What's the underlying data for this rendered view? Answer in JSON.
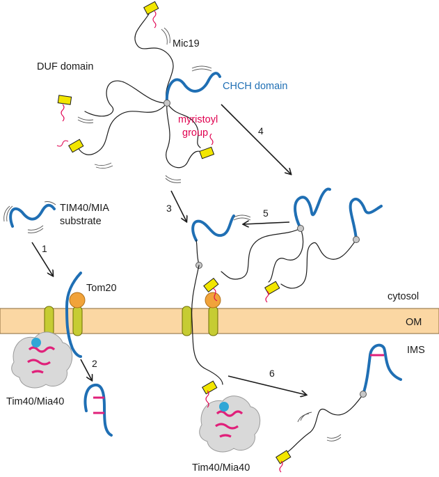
{
  "labels": {
    "mic19": "Mic19",
    "duf_domain": "DUF domain",
    "chch_domain": "CHCH domain",
    "myristoyl_line1": "myristoyl",
    "myristoyl_line2": "group",
    "substrate_line1": "TIM40/MIA",
    "substrate_line2": "substrate",
    "tom20": "Tom20",
    "cytosol": "cytosol",
    "om": "OM",
    "ims": "IMS",
    "tim40_left": "Tim40/Mia40",
    "tim40_bottom": "Tim40/Mia40"
  },
  "steps": [
    "1",
    "2",
    "3",
    "4",
    "5",
    "6"
  ],
  "colors": {
    "chch_blue": "#1f6fb4",
    "myristoyl_red": "#e0004f",
    "duf_yellow": "#f2e600",
    "membrane_fill": "#fbd7a3",
    "membrane_stroke": "#8a6a3a",
    "pore_green": "#c6cc33",
    "tom20_orange": "#f1a33a",
    "disulfide_pink": "#e0207a"
  }
}
